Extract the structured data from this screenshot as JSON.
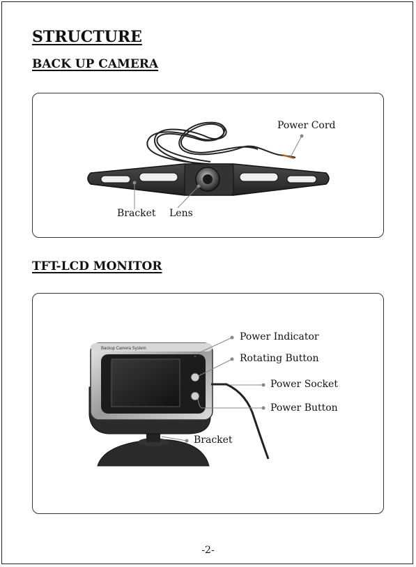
{
  "title": "STRUCTURE",
  "sections": {
    "camera": {
      "heading": "BACK UP CAMERA",
      "labels": {
        "power_cord": "Power Cord",
        "bracket": "Bracket",
        "lens": "Lens"
      }
    },
    "monitor": {
      "heading": "TFT-LCD MONITOR",
      "brand": "Backup Camera System",
      "labels": {
        "power_indicator": "Power Indicator",
        "rotating_button": "Rotating Button",
        "power_socket": "Power Socket",
        "power_button": "Power Button",
        "bracket": "Bracket"
      }
    }
  },
  "page_number": "-2-"
}
